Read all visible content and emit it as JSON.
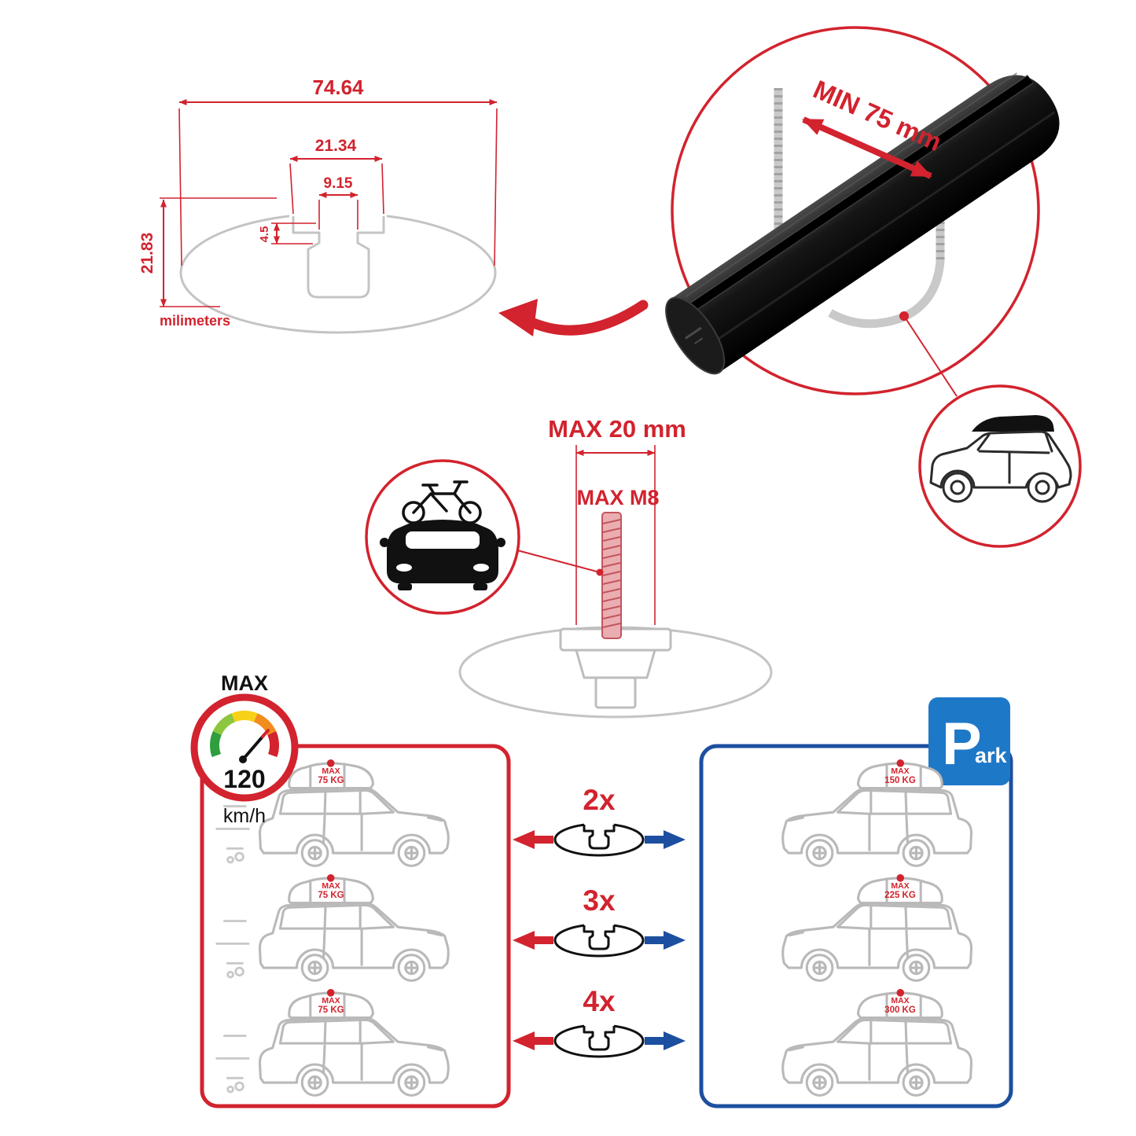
{
  "cross_section": {
    "total_width": "74.64",
    "channel_width": "21.34",
    "slot_width": "9.15",
    "lip_depth": "4.5",
    "height": "21.83",
    "units_label": "milimeters"
  },
  "bar_detail": {
    "min_spacing": "MIN 75 mm"
  },
  "bolt_detail": {
    "max_length": "MAX 20 mm",
    "max_thread": "MAX M8"
  },
  "speed_limit": {
    "label": "MAX",
    "value": "120",
    "unit": "km/h"
  },
  "multipliers": [
    {
      "label": "2x"
    },
    {
      "label": "3x"
    },
    {
      "label": "4x"
    }
  ],
  "driving_cars": [
    {
      "max_label": "MAX",
      "load": "75 KG"
    },
    {
      "max_label": "MAX",
      "load": "75 KG"
    },
    {
      "max_label": "MAX",
      "load": "75 KG"
    }
  ],
  "parked_cars": [
    {
      "max_label": "MAX",
      "load": "150 KG"
    },
    {
      "max_label": "MAX",
      "load": "225 KG"
    },
    {
      "max_label": "MAX",
      "load": "300 KG"
    }
  ],
  "park_sign": {
    "letter": "P",
    "suffix": "ark"
  },
  "icons": {
    "crossbar_end_view": "aero-crossbar-cross-section",
    "roof_box_suv": "suv-with-roof-box",
    "bike_on_car": "car-with-bike-rack",
    "speedometer": "max-speed-gauge",
    "parking": "parking-sign"
  },
  "colors": {
    "red": "#d2232e",
    "blue": "#1c4f9f",
    "sign_blue": "#1e78c8",
    "gray": "#c4c4c4",
    "black": "#111111"
  }
}
